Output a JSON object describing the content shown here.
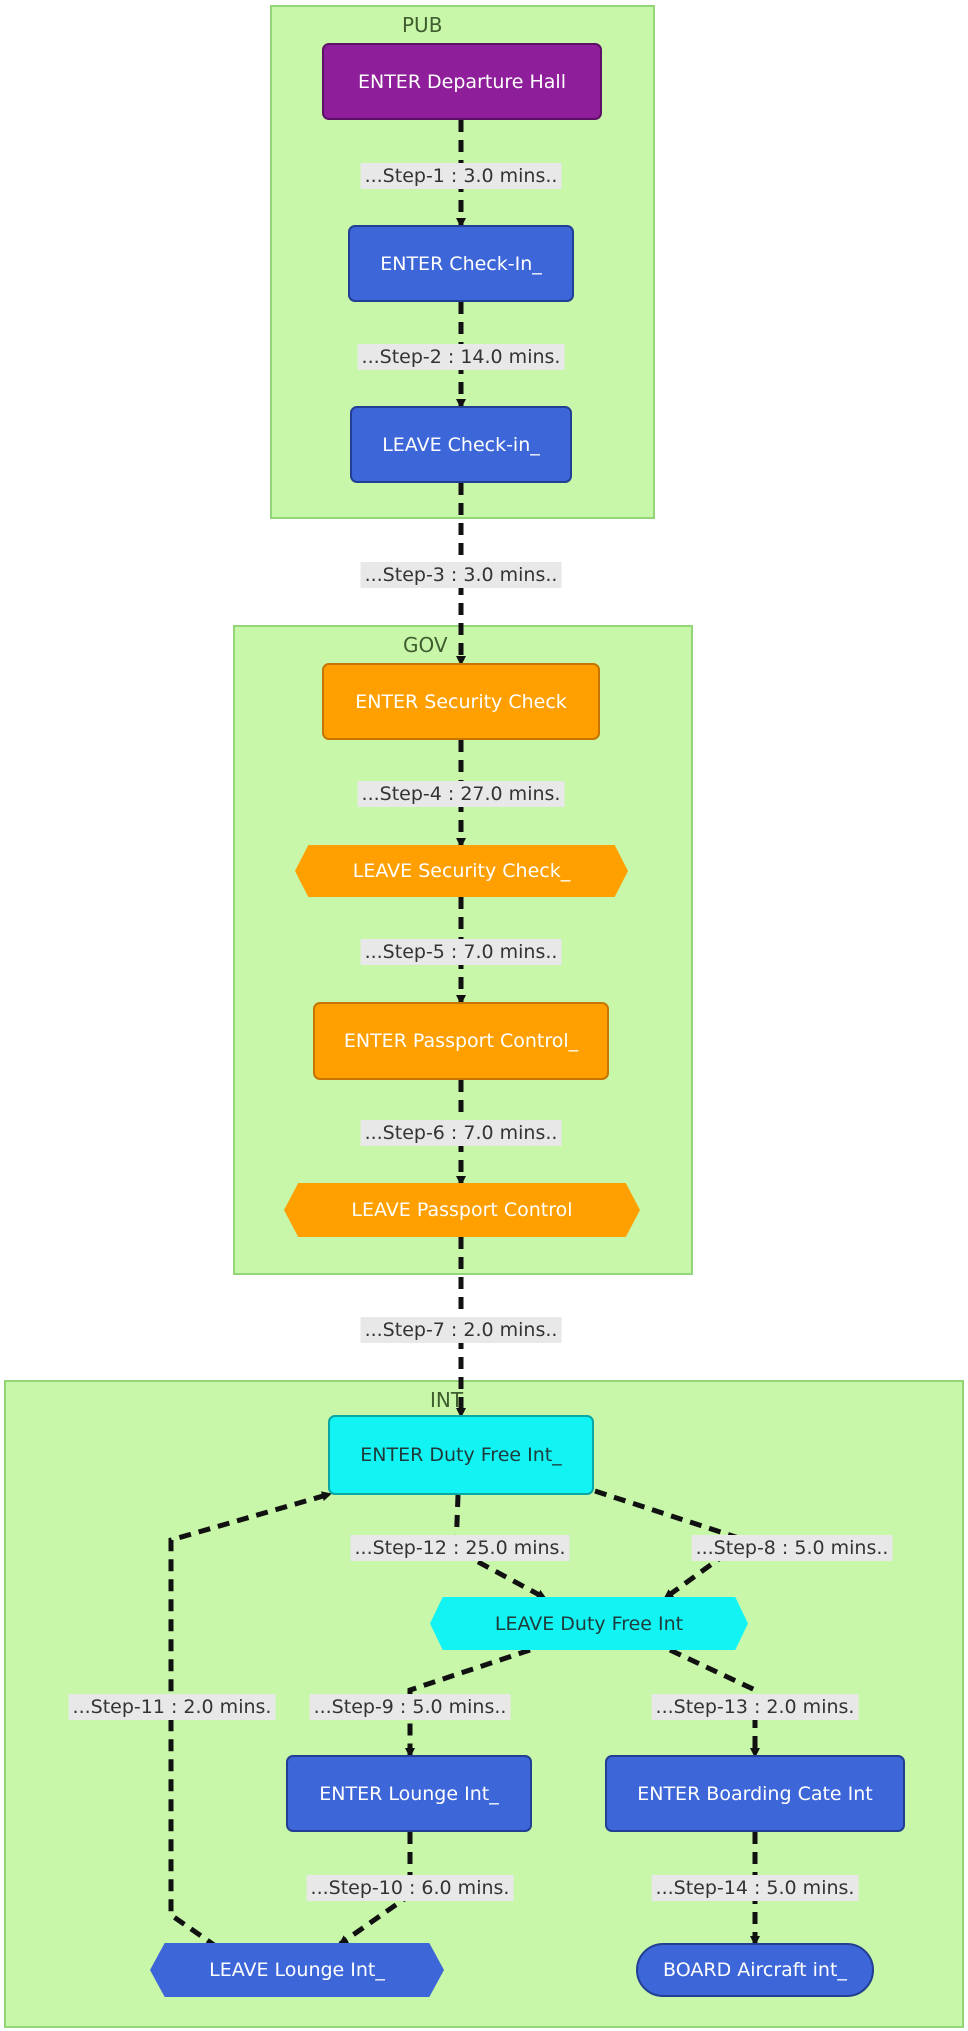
{
  "clusters": {
    "pub": "PUB",
    "gov": "GOV",
    "int": "INT"
  },
  "nodes": {
    "departure_hall": "ENTER Departure Hall",
    "enter_checkin": "ENTER Check-In_",
    "leave_checkin": "LEAVE Check-in_",
    "enter_security": "ENTER Security Check",
    "leave_security": "LEAVE Security Check_",
    "enter_passport": "ENTER Passport Control_",
    "leave_passport": "LEAVE Passport Control",
    "enter_dutyfree": "ENTER Duty Free Int_",
    "leave_dutyfree": "LEAVE Duty Free Int",
    "enter_lounge": "ENTER Lounge Int_",
    "enter_boarding": "ENTER Boarding Cate Int",
    "leave_lounge": "LEAVE Lounge Int_",
    "board_aircraft": "BOARD Aircraft int_"
  },
  "edges": {
    "step1": "...Step-1 : 3.0 mins..",
    "step2": "...Step-2 : 14.0 mins.",
    "step3": "...Step-3 : 3.0 mins..",
    "step4": "...Step-4 : 27.0 mins.",
    "step5": "...Step-5 : 7.0 mins..",
    "step6": "...Step-6 : 7.0 mins..",
    "step7": "...Step-7 : 2.0 mins..",
    "step8": "...Step-8 : 5.0 mins..",
    "step9": "...Step-9 : 5.0 mins..",
    "step10": "...Step-10 : 6.0 mins.",
    "step11": "...Step-11 : 2.0 mins.",
    "step12": "...Step-12 : 25.0 mins.",
    "step13": "...Step-13 : 2.0 mins.",
    "step14": "...Step-14 : 5.0 mins."
  }
}
